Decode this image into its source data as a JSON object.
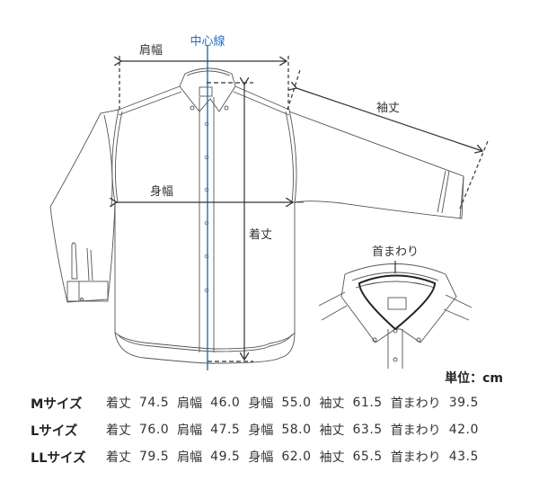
{
  "diagram": {
    "labels": {
      "center_line": "中心線",
      "shoulder_width": "肩幅",
      "sleeve_length": "袖丈",
      "body_width": "身幅",
      "body_length": "着丈",
      "neck": "首まわり"
    },
    "colors": {
      "center_line": "#1f6fc0",
      "line": "#444444"
    }
  },
  "unit_label": "単位：cm",
  "size_table": {
    "columns": [
      "着丈",
      "肩幅",
      "身幅",
      "袖丈",
      "首まわり"
    ],
    "rows": [
      {
        "size": "Mサイズ",
        "values": [
          "74.5",
          "46.0",
          "55.0",
          "61.5",
          "39.5"
        ]
      },
      {
        "size": "Lサイズ",
        "values": [
          "76.0",
          "47.5",
          "58.0",
          "63.5",
          "42.0"
        ]
      },
      {
        "size": "LLサイズ",
        "values": [
          "79.5",
          "49.5",
          "62.0",
          "65.5",
          "43.5"
        ]
      }
    ]
  }
}
